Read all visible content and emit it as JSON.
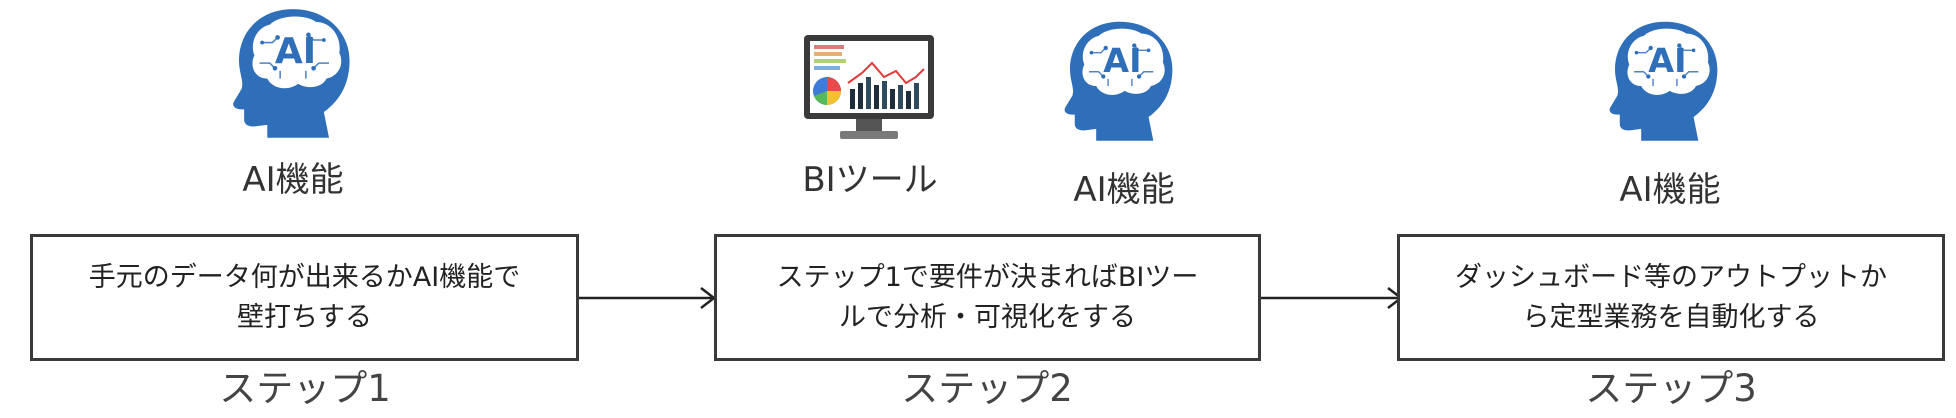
{
  "icons": {
    "ai_brain": {
      "name": "ai-brain-icon",
      "badge": "AI",
      "color": "#2f6fba"
    },
    "bi_monitor": {
      "name": "bi-dashboard-monitor-icon"
    }
  },
  "column1": {
    "icon_label": "AI機能",
    "box_text": "手元のデータ何が出来るかAI機能で\n壁打ちする",
    "step_label": "ステップ1"
  },
  "column2": {
    "bi_label": "BIツール",
    "ai_label": "AI機能",
    "box_text": "ステップ1で要件が決まればBIツー\nルで分析・可視化をする",
    "step_label": "ステップ2"
  },
  "column3": {
    "icon_label": "AI機能",
    "box_text": "ダッシュボード等のアウトプットか\nら定型業務を自動化する",
    "step_label": "ステップ3"
  }
}
